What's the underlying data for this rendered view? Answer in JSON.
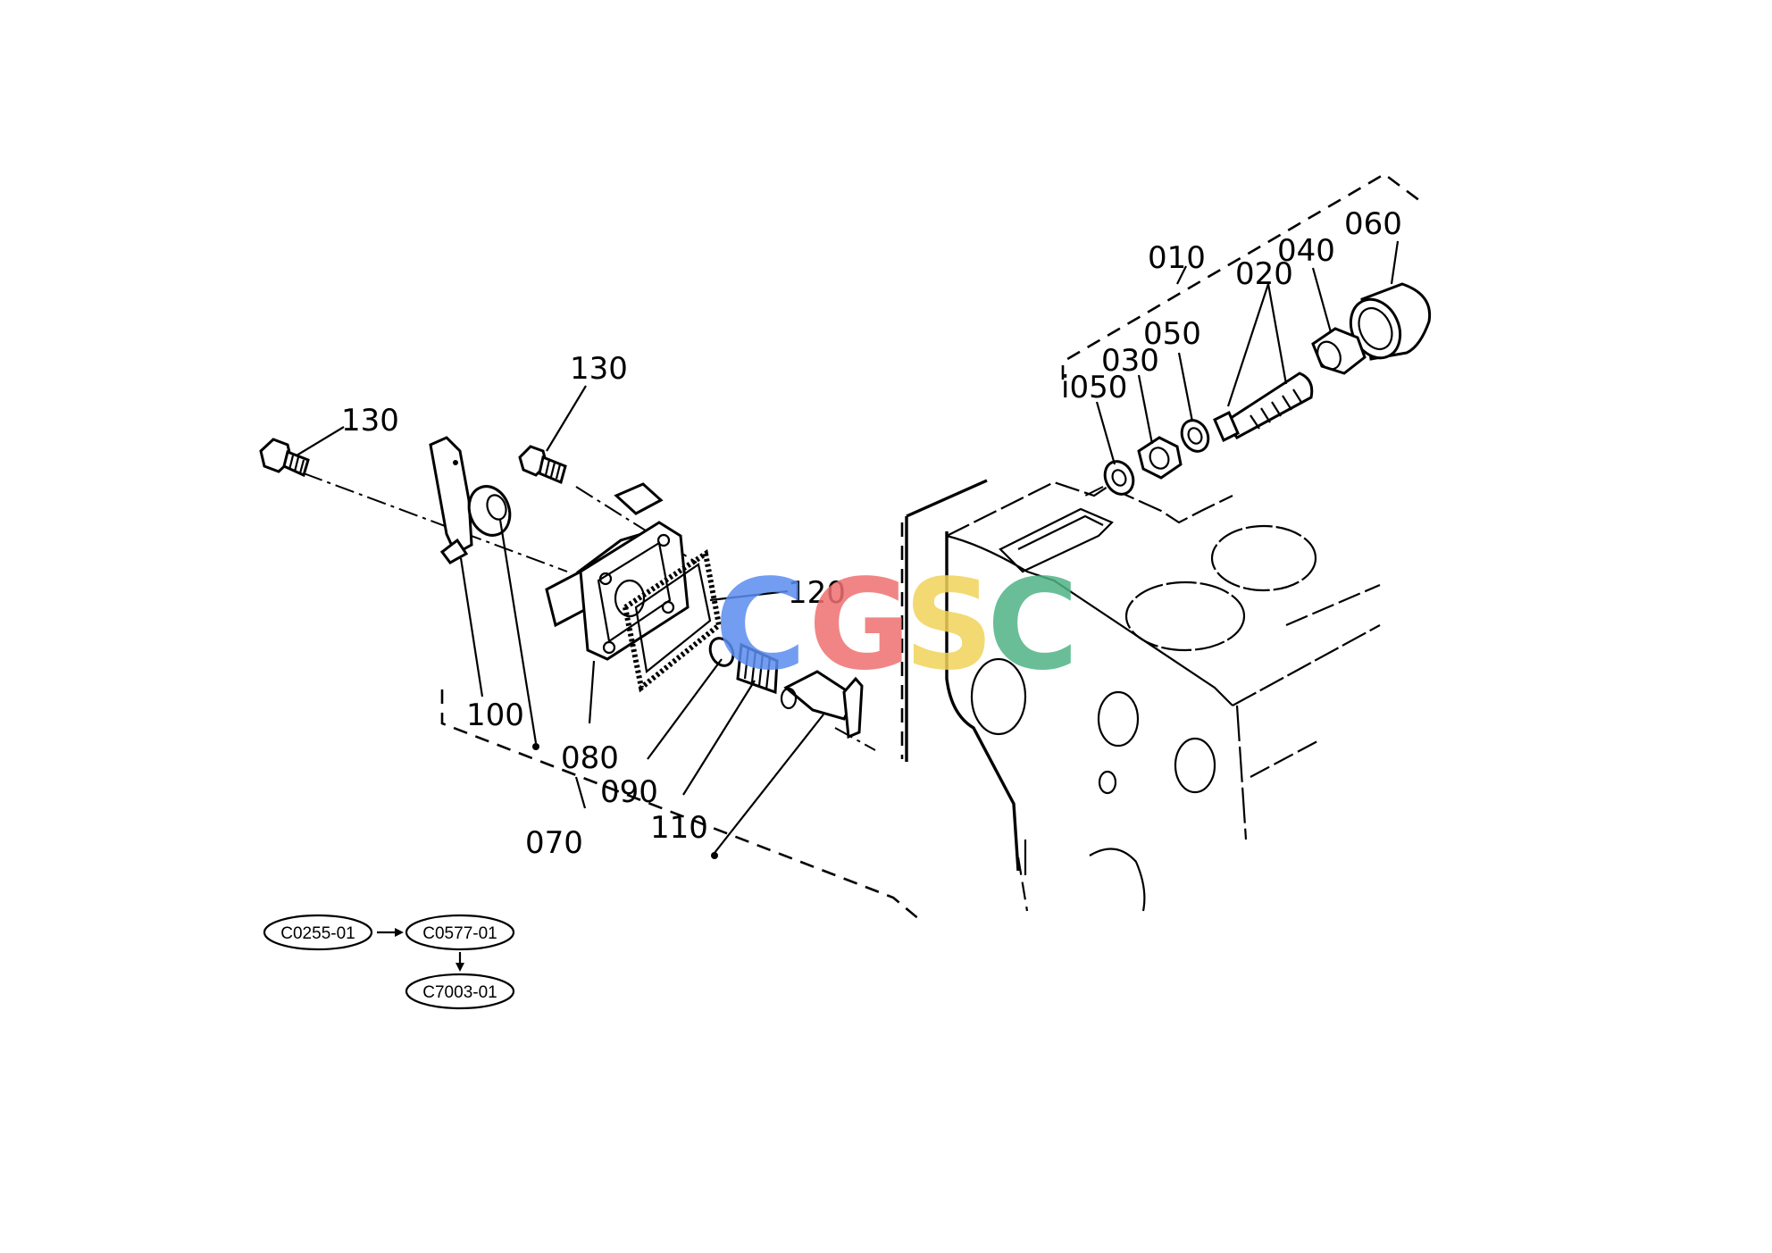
{
  "diagram": {
    "callouts": {
      "c010": "010",
      "c020": "020",
      "c030": "030",
      "c040": "040",
      "c050": "050",
      "c060": "060",
      "ci050": "i050",
      "c070": "070",
      "c080": "080",
      "c090": "090",
      "c100": "100",
      "c110": "110",
      "c120": "120",
      "c130_left": "130",
      "c130_center": "130"
    },
    "references": {
      "ref1": "C0255-01",
      "ref2": "C0577-01",
      "ref3": "C7003-01"
    },
    "watermark": {
      "letters": [
        "C",
        "G",
        "S",
        "C"
      ],
      "colors": [
        "#5b8def",
        "#ef7070",
        "#f2d35a",
        "#4fb386"
      ]
    }
  }
}
